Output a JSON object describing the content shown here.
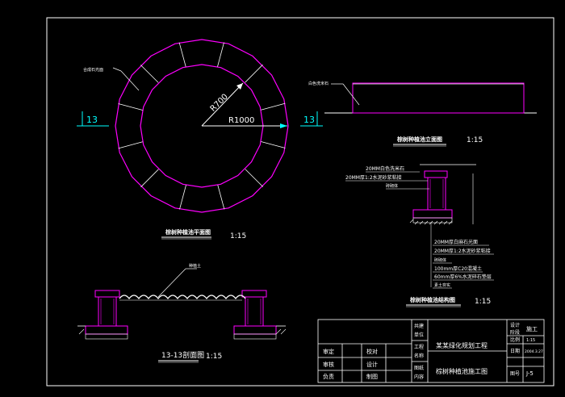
{
  "plan": {
    "title": "棕树种植池平面图",
    "scale": "1:15",
    "label_stone": "合成石光面",
    "dim_inner": "R700",
    "dim_outer": "R1000",
    "section_left": "13",
    "section_right": "13"
  },
  "elevation": {
    "title": "棕树种植池立面图",
    "scale": "1:15",
    "label_stone": "白色洗米石"
  },
  "structure": {
    "title": "棕树种植池结构图",
    "scale": "1:15",
    "labels_top": [
      "20MM白色洗米石",
      "20MM厚1:2水泥砂浆粘接",
      "砖砌体"
    ],
    "labels_bottom": [
      "20MM厚白麻石光面",
      "20MM厚1:2水泥砂浆粘接",
      "砖砌体",
      "100mm厚C20混凝土",
      "60mm厚6%水泥碎石垫层",
      "素土夯实"
    ]
  },
  "section": {
    "title": "13-13剖面图",
    "scale": "1:15",
    "label_soil": "种植土"
  },
  "title_block": {
    "r1": [
      "审定",
      "",
      "校对",
      ""
    ],
    "r2": [
      "审核",
      "",
      "设计",
      ""
    ],
    "r3": [
      "负责",
      "",
      "制图",
      ""
    ],
    "col_a": [
      "共建",
      "单位",
      "工程",
      "名称",
      "图纸",
      "内容"
    ],
    "project_name": "某某绿化规划工程",
    "drawing_name": "棕树种植池施工图",
    "stage_label": [
      "设计",
      "阶段"
    ],
    "stage_value": "施工",
    "scale_label": "比例",
    "scale_value": "1:15",
    "date_label": "日期",
    "date_value": "2004.3.27",
    "number_label": "图号",
    "number_value": "J-5"
  }
}
